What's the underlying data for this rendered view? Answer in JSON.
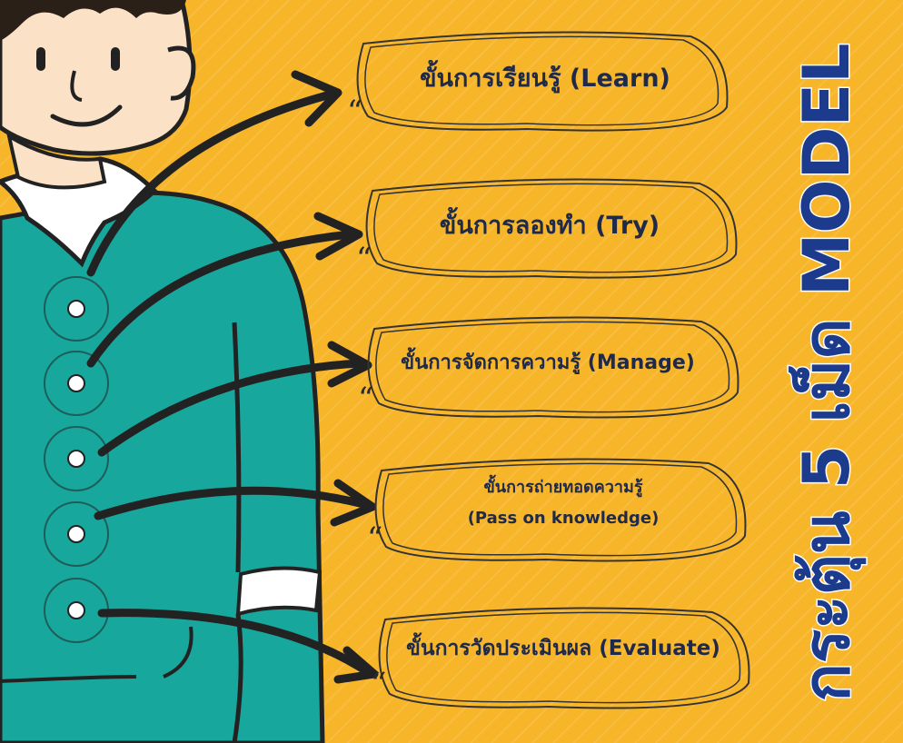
{
  "title": "กระตุ้น 5 เม็ด MODEL",
  "steps": [
    {
      "text": "ขั้นการเรียนรู้ (Learn)"
    },
    {
      "text": "ขั้นการลองทำ (Try)"
    },
    {
      "text": "ขั้นการจัดการความรู้ (Manage)"
    },
    {
      "line1": "ขั้นการถ่ายทอดความรู้",
      "line2": "(Pass on knowledge)"
    },
    {
      "text": "ขั้นการวัดประเมินผล (Evaluate)"
    }
  ],
  "colors": {
    "background": "#f7b52a",
    "shirt": "#18a79d",
    "skin": "#fbe2c7",
    "title": "#1d3b8c",
    "ink": "#222222"
  }
}
